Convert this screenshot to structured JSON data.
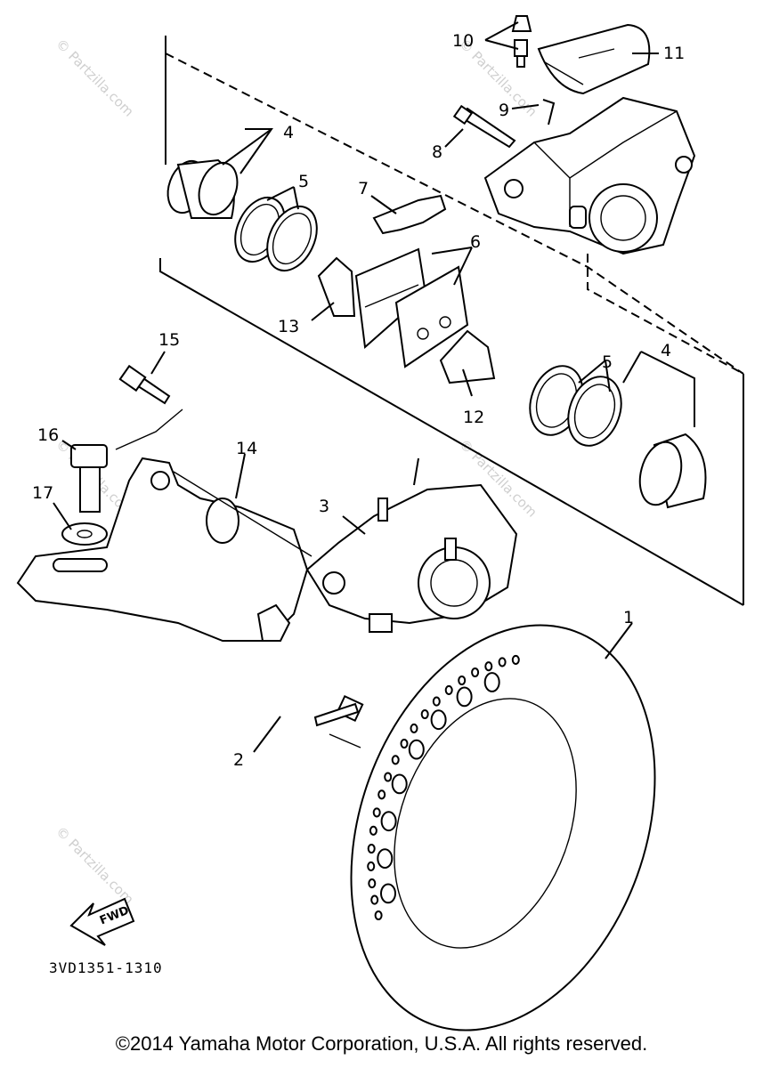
{
  "callouts": {
    "c1": "1",
    "c2": "2",
    "c3": "3",
    "c4a": "4",
    "c4b": "4",
    "c5a": "5",
    "c5b": "5",
    "c6": "6",
    "c7": "7",
    "c8": "8",
    "c9": "9",
    "c10": "10",
    "c11": "11",
    "c12": "12",
    "c13": "13",
    "c14": "14",
    "c15": "15",
    "c16": "16",
    "c17": "17"
  },
  "watermark": "© Partzilla.com",
  "fwd_label": "FWD",
  "diagram_code": "3VD1351-1310",
  "copyright": "©2014  Yamaha Motor Corporation, U.S.A. All rights reserved."
}
